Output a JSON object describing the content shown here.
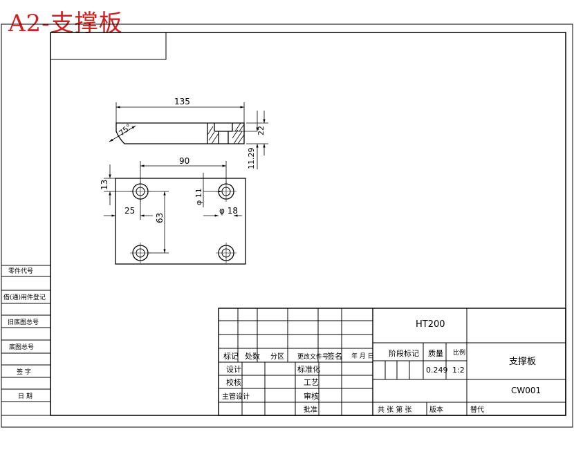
{
  "title": "A2-支撑板",
  "part_name": "支撑板",
  "material": "HT200",
  "drawing_number": "CW001",
  "mass_value": "0.249",
  "scale_value": "1:2",
  "dimensions": {
    "total_length": "135",
    "hole_spacing_x": "90",
    "hole_spacing_y": "63",
    "edge_y": "13",
    "edge_x": "25",
    "hole_dia_small": "φ 11",
    "hole_dia_large": "φ 18",
    "thickness": "22",
    "cb_depth": "11.29",
    "angle": "75°"
  },
  "side_labels": {
    "part_code": "零件代号",
    "borrowed": "借(通)用件登记",
    "old_drawing": "旧底图总号",
    "base_drawing": "底图总号",
    "signature": "签 字",
    "date": "日 期"
  },
  "titleblock": {
    "mark": "标记",
    "count": "处数",
    "zone": "分区",
    "change_doc": "更改文件号",
    "sign": "签名",
    "ymd": "年 月 日",
    "design": "设计",
    "standard": "标准化",
    "check": "校核",
    "process": "工艺",
    "chief": "主管设计",
    "review": "审核",
    "approve": "批准",
    "stage": "阶段标记",
    "mass": "质量",
    "scale": "比例",
    "sheets": "共 张 第 张",
    "version": "版本",
    "replace": "替代"
  }
}
